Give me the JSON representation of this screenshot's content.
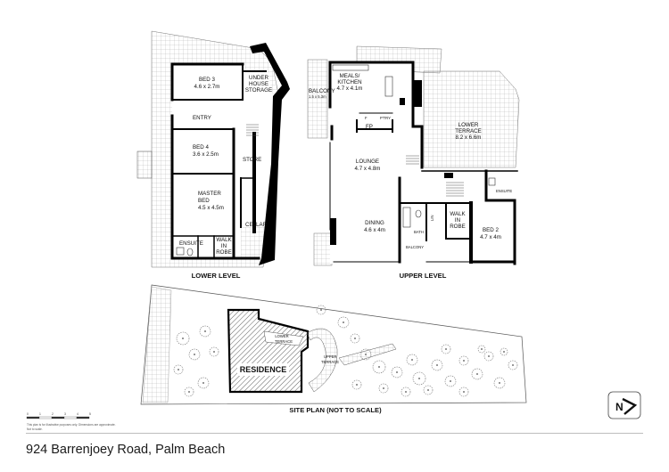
{
  "property": {
    "address": "924 Barrenjoey Road, Palm Beach"
  },
  "lower_level": {
    "title": "LOWER LEVEL",
    "rooms": {
      "bed3_name": "BED 3",
      "bed3_size": "4.6 x 2.7m",
      "under_house_1": "UNDER",
      "under_house_2": "HOUSE",
      "under_house_3": "STORAGE",
      "entry": "ENTRY",
      "bed4_name": "BED 4",
      "bed4_size": "3.6 x 2.5m",
      "store": "STORE",
      "master_1": "MASTER",
      "master_2": "BED",
      "master_size": "4.5 x 4.5m",
      "cellar": "CELLAR",
      "ensuite": "ENSUITE",
      "walk_in_1": "WALK",
      "walk_in_2": "IN",
      "walk_in_3": "ROBE"
    }
  },
  "upper_level": {
    "title": "UPPER LEVEL",
    "rooms": {
      "balcony_name": "BALCONY",
      "balcony_size": "1.5 x 5.3m",
      "meals_1": "MEALS/",
      "meals_2": "KITCHEN",
      "meals_size": "4.7 x 4.1m",
      "fridge": "F",
      "pantry": "P'TRY",
      "fireplace": "FP",
      "lower_terrace_1": "LOWER",
      "lower_terrace_2": "TERRACE",
      "lower_terrace_size": "8.2 x 6.6m",
      "lounge_name": "LOUNGE",
      "lounge_size": "4.7 x 4.8m",
      "ensuite": "ENSUITE",
      "dining_name": "DINING",
      "dining_size": "4.6 x 4m",
      "bath": "BATH",
      "linen": "LIN",
      "walk_in_1": "WALK",
      "walk_in_2": "IN",
      "walk_in_3": "ROBE",
      "bed2_name": "BED 2",
      "bed2_size": "4.7 x 4m",
      "balcony_small": "BALCONY"
    }
  },
  "site_plan": {
    "title": "SITE PLAN (NOT TO SCALE)",
    "residence": "RESIDENCE",
    "lower_terrace_1": "LOWER",
    "lower_terrace_2": "TERRACE",
    "upper_terrace_1": "UPPER",
    "upper_terrace_2": "TERRACE"
  },
  "scale_bar": {
    "labels": [
      "0",
      "1",
      "2",
      "3",
      "4",
      "5"
    ]
  },
  "north_arrow": {
    "letter": "N"
  },
  "disclaimer": {
    "line1": "This plan is for illustrative purposes only. Dimensions are approximate.",
    "line2": "Not to scale."
  },
  "colors": {
    "wall": "#000000",
    "grid_line": "#9e9e9e",
    "hatch": "#333333",
    "text": "#111111"
  }
}
